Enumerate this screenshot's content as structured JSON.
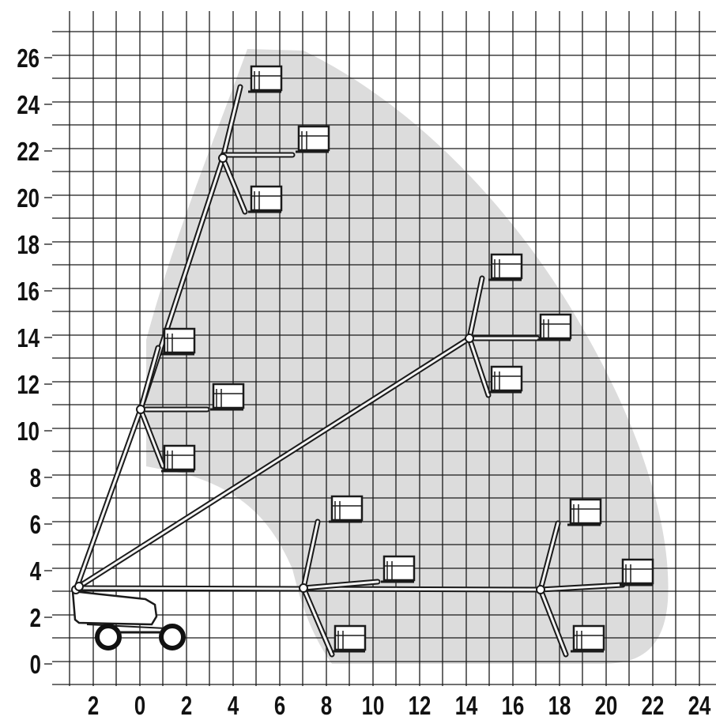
{
  "diagram": {
    "y_ticks": [
      "0",
      "2",
      "4",
      "6",
      "8",
      "10",
      "12",
      "14",
      "16",
      "18",
      "20",
      "22",
      "24",
      "26"
    ],
    "x_ticks": [
      "2",
      "0",
      "2",
      "4",
      "6",
      "8",
      "10",
      "12",
      "14",
      "16",
      "18",
      "20",
      "22",
      "24"
    ],
    "colors": {
      "grid": "#1a1a1a",
      "reach_envelope": "#dcdcdc",
      "machine": "#1a1a1a",
      "text": "#111111"
    }
  }
}
